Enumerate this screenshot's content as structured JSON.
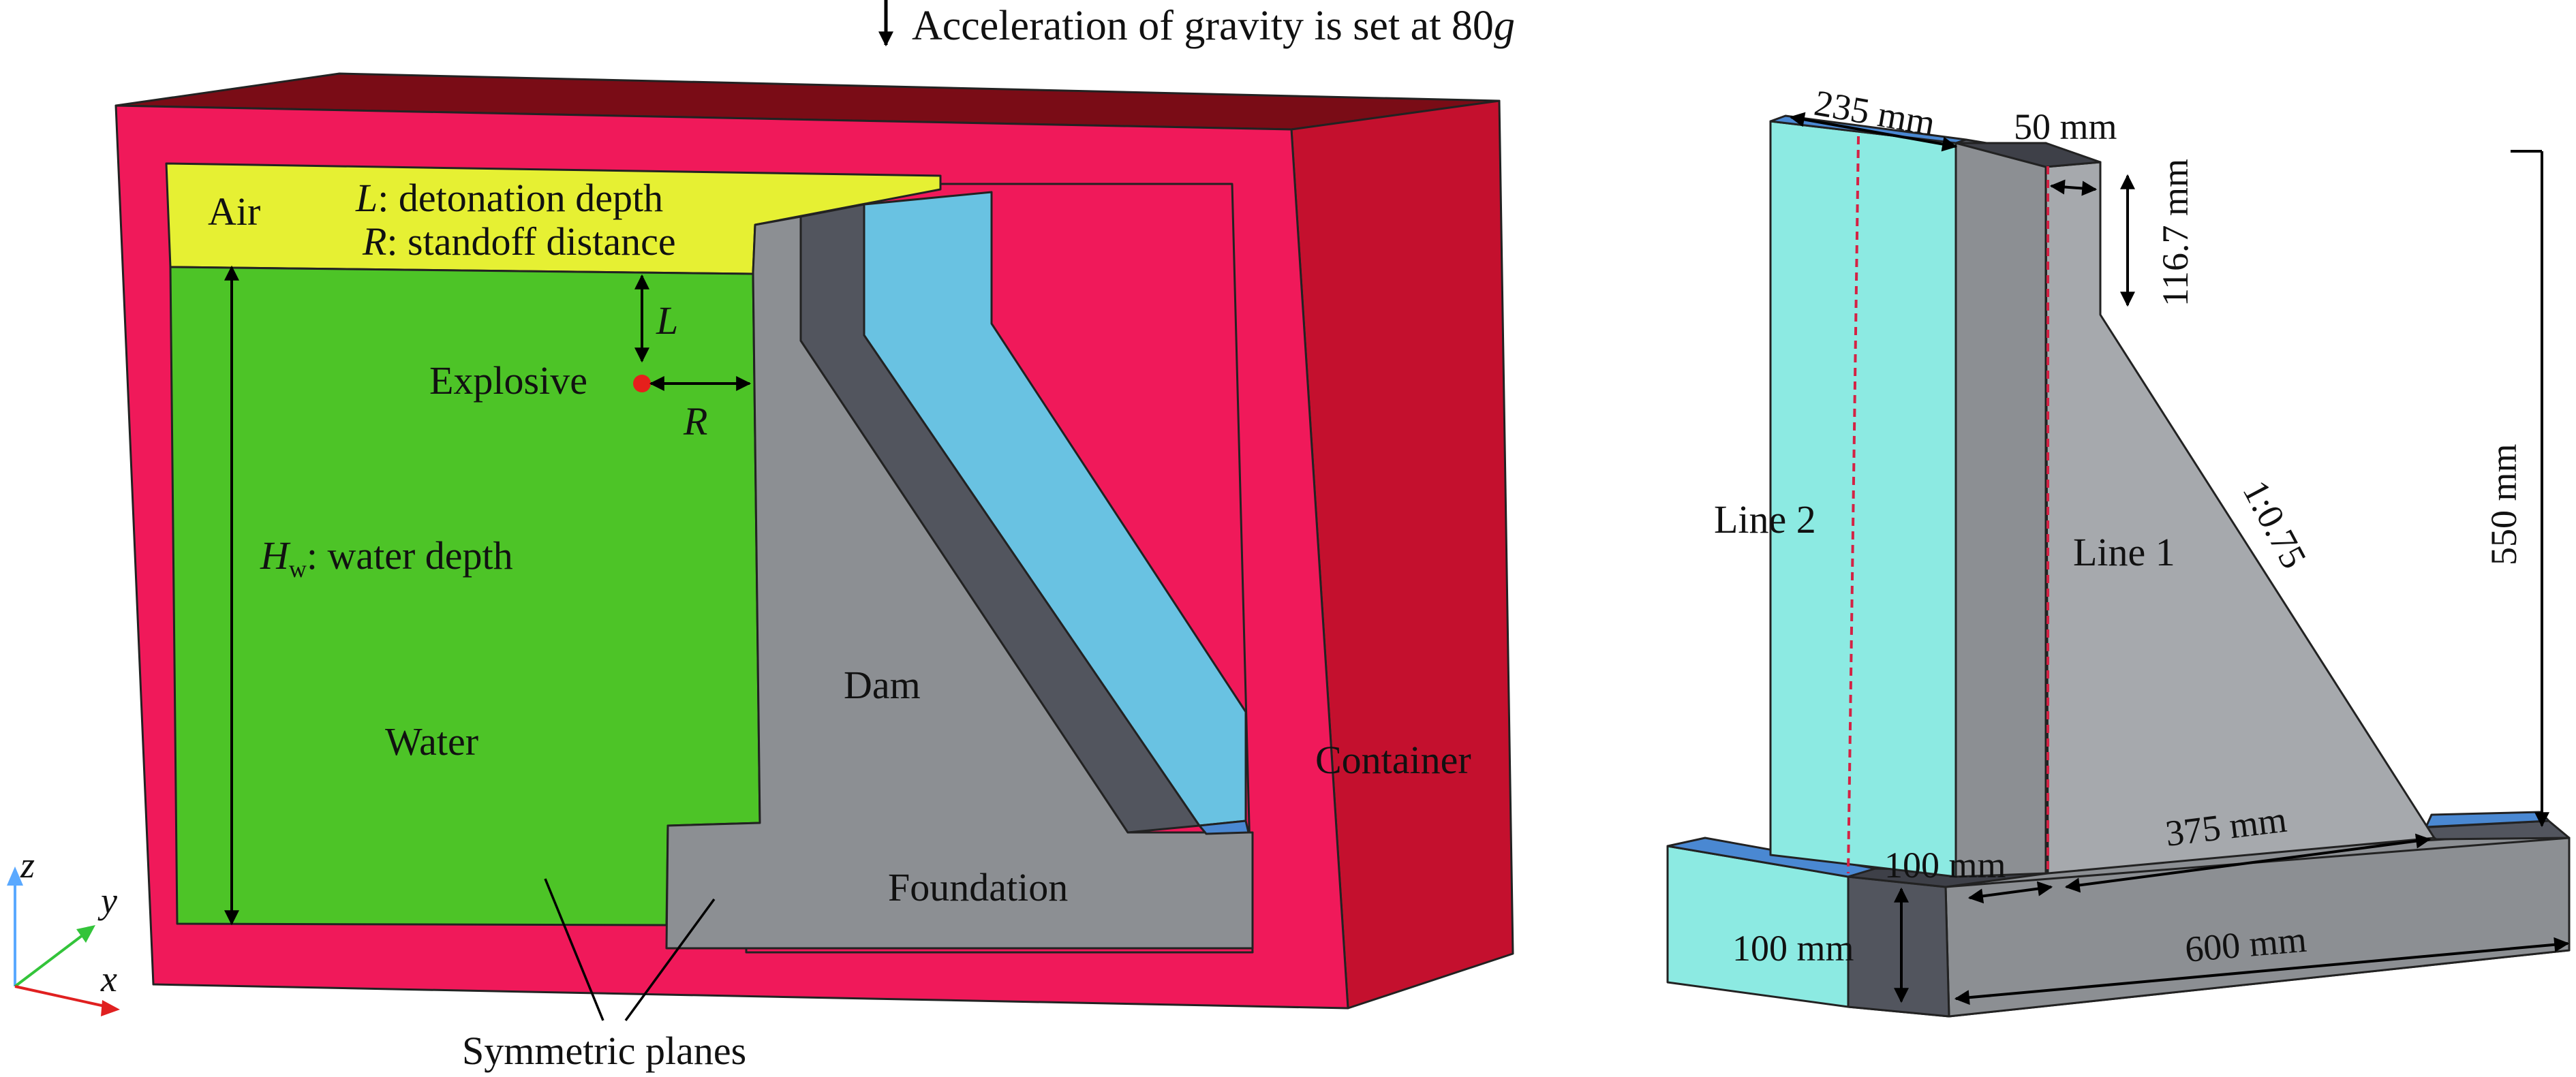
{
  "gravity": {
    "text": "Acceleration of gravity is set at 80",
    "symbol": "g"
  },
  "left": {
    "air": "Air",
    "legend_l": {
      "symbol": "L",
      "text": ": detonation depth"
    },
    "legend_r": {
      "symbol": "R",
      "text": ": standoff distance"
    },
    "l_symbol": "L",
    "r_symbol": "R",
    "explosive": "Explosive",
    "water_depth": {
      "symbol": "H",
      "sub": "w",
      "text": ": water depth"
    },
    "water": "Water",
    "dam": "Dam",
    "foundation": "Foundation",
    "container": "Container",
    "symmetric_planes": "Symmetric planes",
    "axes": {
      "z": "z",
      "y": "y",
      "x": "x"
    }
  },
  "right": {
    "dim_235": "235 mm",
    "dim_50": "50 mm",
    "dim_116": "116.7 mm",
    "dim_550": "550 mm",
    "slope": "1:0.75",
    "line1": "Line 1",
    "line2": "Line 2",
    "dim_100_top": "100 mm",
    "dim_375": "375 mm",
    "dim_600": "600 mm",
    "dim_100_left": "100 mm"
  },
  "colors": {
    "container_front": "#f0195a",
    "container_top": "#7a0c16",
    "container_side": "#c4102e",
    "air": "#e6f033",
    "water": "#4dc427",
    "dam_grey": "#8c8f93",
    "dam_dark": "#52555e",
    "dam_cyan": "#69c2e2",
    "explosive": "#e6201c",
    "block_cyan": "#8ceae2",
    "block_blue": "#4a88d2",
    "red_dashed": "#d42244",
    "axis_z": "#5aa9ff",
    "axis_y": "#33c43a",
    "axis_x": "#e02020"
  }
}
